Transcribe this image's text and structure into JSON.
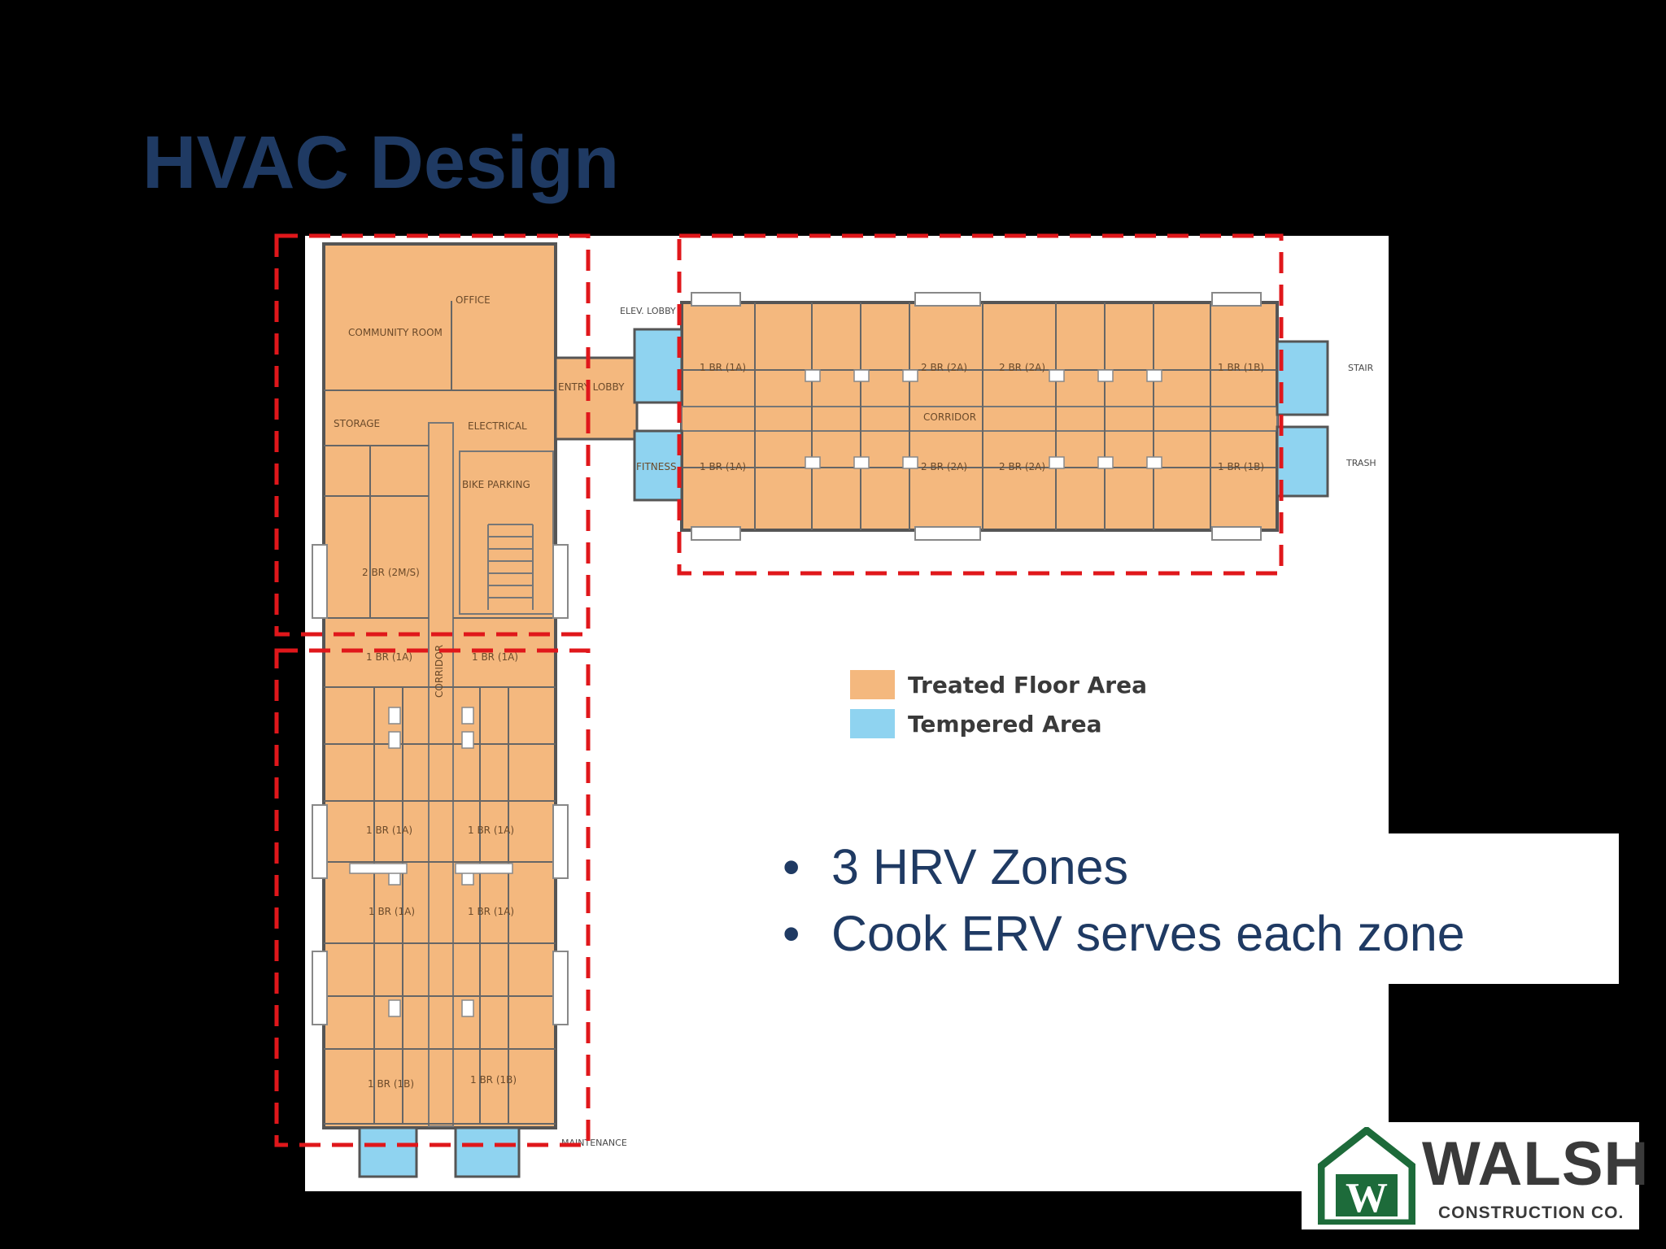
{
  "slide": {
    "title": "HVAC Design",
    "bullets": [
      "3 HRV Zones",
      "Cook ERV serves each zone"
    ]
  },
  "legend": {
    "items": [
      {
        "label": "Treated Floor Area",
        "color": "#f4b87e"
      },
      {
        "label": "Tempered Area",
        "color": "#8fd3f0"
      }
    ]
  },
  "plan": {
    "rooms": {
      "office": "OFFICE",
      "community": "COMMUNITY ROOM",
      "storage": "STORAGE",
      "electrical": "ELECTRICAL",
      "bike": "BIKE PARKING",
      "entry": "ENTRY LOBBY",
      "elev": "ELEV. LOBBY",
      "fitness": "FITNESS",
      "corridor_h": "CORRIDOR",
      "corridor_v": "CORRIDOR",
      "stair": "STAIR",
      "trash": "TRASH",
      "maintenance": "MAINTENANCE",
      "unit_2bms": "2 BR (2M/S)",
      "unit_1a": "1 BR (1A)",
      "unit_1b": "1 BR (1B)",
      "unit_2a": "2 BR (2A)"
    },
    "zone_color": "#e0171b",
    "wall_color": "#555555"
  },
  "logo": {
    "name": "WALSH",
    "subtitle": "CONSTRUCTION CO.",
    "mark": "W",
    "color": "#1d6b3a"
  }
}
